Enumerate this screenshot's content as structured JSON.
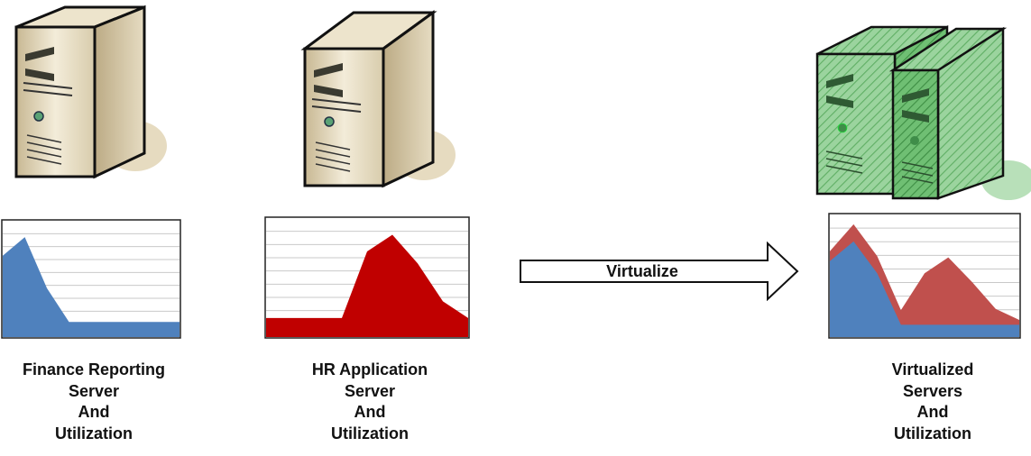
{
  "diagram": {
    "arrow_label": "Virtualize",
    "servers": [
      {
        "id": "finance",
        "caption_lines": [
          "Finance Reporting",
          "Server",
          "And",
          "Utilization"
        ],
        "color": "#cbbb97",
        "chart": {
          "series": [
            {
              "color": "#4f81bd",
              "values": [
                0.7,
                0.86,
                0.42,
                0.13,
                0.13,
                0.13,
                0.13,
                0.13,
                0.13
              ]
            }
          ]
        }
      },
      {
        "id": "hr",
        "caption_lines": [
          "HR Application",
          "Server",
          "And",
          "Utilization"
        ],
        "color": "#cbbb97",
        "chart": {
          "series": [
            {
              "color": "#c00000",
              "values": [
                0.16,
                0.16,
                0.16,
                0.16,
                0.72,
                0.86,
                0.62,
                0.3,
                0.16
              ]
            }
          ]
        }
      },
      {
        "id": "virtualized",
        "caption_lines": [
          "Virtualized",
          "Servers",
          "And",
          "Utilization"
        ],
        "color": "#74c97a",
        "chart": {
          "series": [
            {
              "color": "#c0504d",
              "values": [
                0.7,
                0.92,
                0.66,
                0.22,
                0.52,
                0.65,
                0.45,
                0.23,
                0.14
              ]
            },
            {
              "color": "#4f81bd",
              "values": [
                0.62,
                0.78,
                0.52,
                0.1,
                0.1,
                0.1,
                0.1,
                0.1,
                0.1
              ]
            }
          ]
        }
      }
    ]
  }
}
